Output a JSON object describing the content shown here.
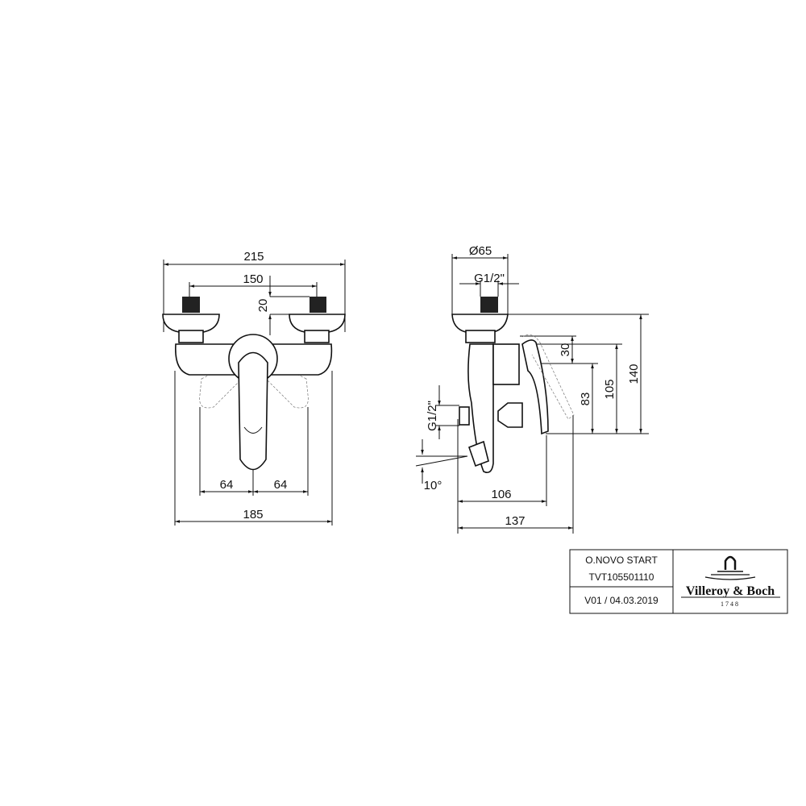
{
  "front_view": {
    "dim_overall_width": "215",
    "dim_inlet_spacing": "150",
    "dim_inlet_offset": "20",
    "dim_lever_left": "64",
    "dim_lever_right": "64",
    "dim_body_width": "185"
  },
  "side_view": {
    "dim_escutcheon_diameter": "Ø65",
    "dim_inlet_thread": "G1/2\"",
    "dim_outlet_thread": "G1/2\"",
    "dim_spout_angle": "10°",
    "dim_lever_height": "30",
    "dim_height_83": "83",
    "dim_height_105": "105",
    "dim_height_140": "140",
    "dim_projection_106": "106",
    "dim_projection_137": "137"
  },
  "title_block": {
    "product_name": "O.NOVO START",
    "article_number": "TVT105501110",
    "version_date": "V01 / 04.03.2019",
    "brand": "Villeroy & Boch",
    "brand_year": "1748"
  }
}
